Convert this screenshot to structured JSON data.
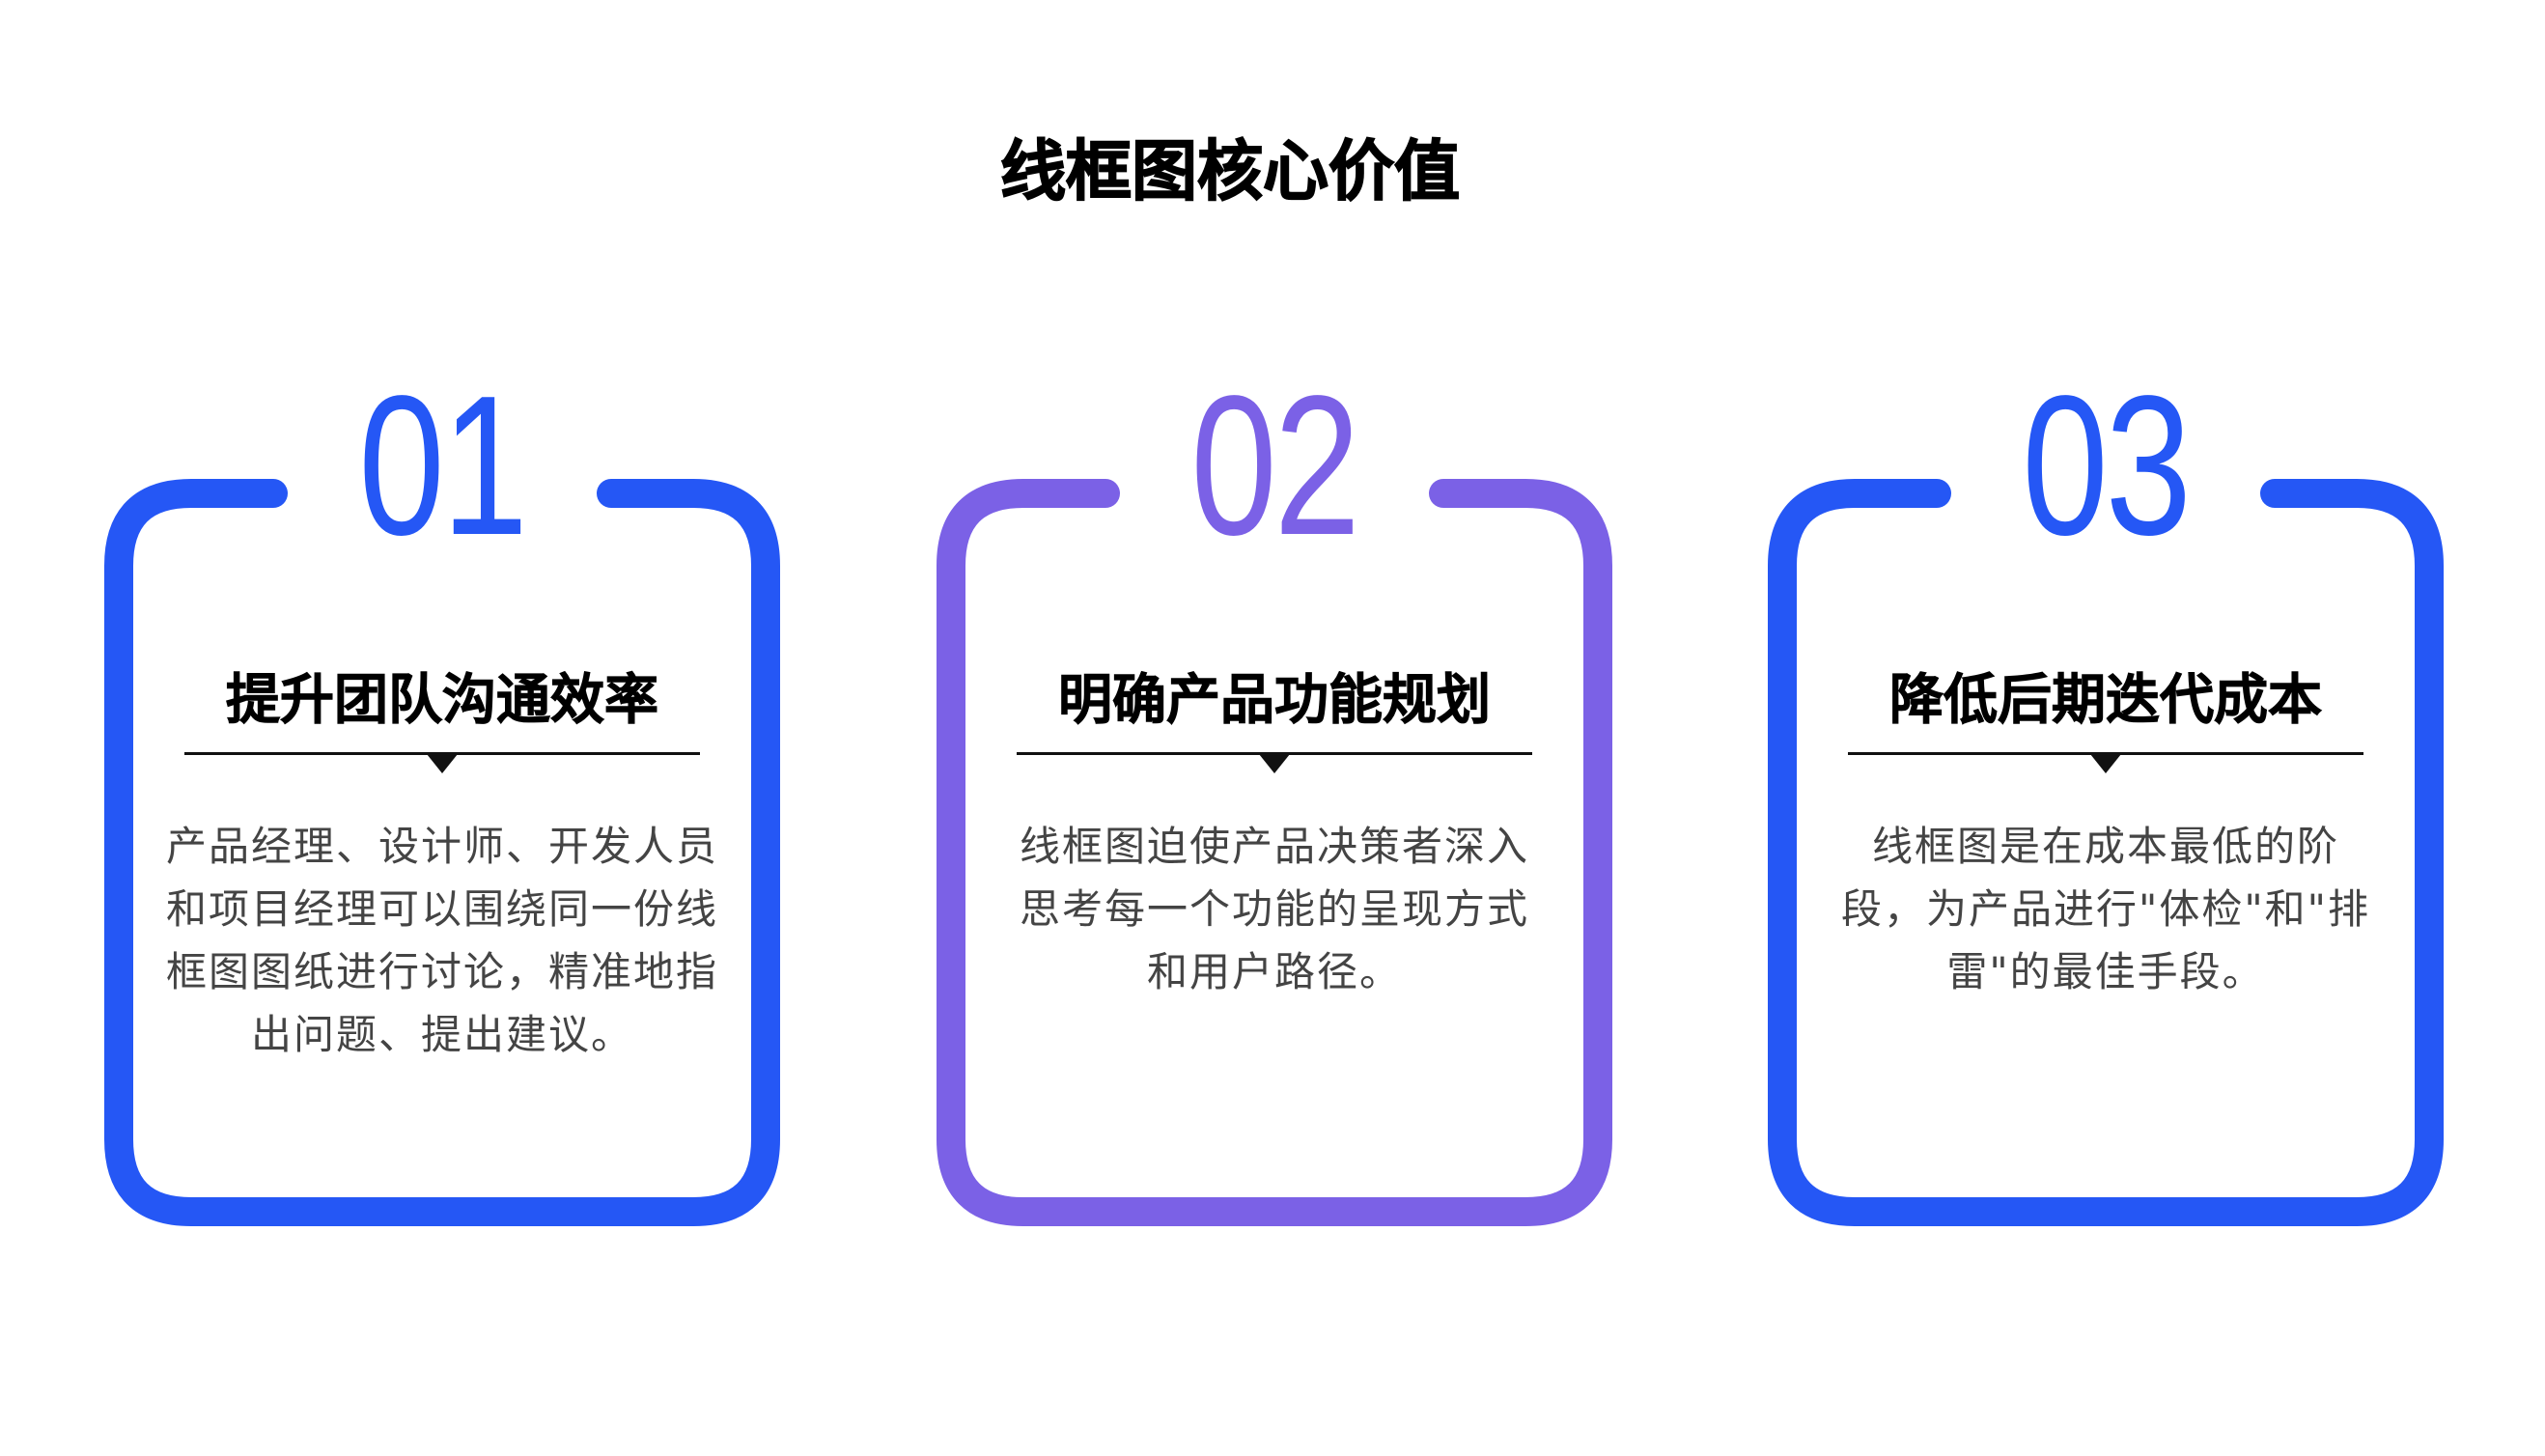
{
  "page": {
    "title": "线框图核心价值",
    "background": "#ffffff"
  },
  "cards": [
    {
      "number": "01",
      "accent_color": "#2557F5",
      "heading": "提升团队沟通效率",
      "body": "产品经理、设计师、开发人员和项目经理可以围绕同一份线框图图纸进行讨论，精准地指出问题、提出建议。"
    },
    {
      "number": "02",
      "accent_color": "#7B61E6",
      "heading": "明确产品功能规划",
      "body": "线框图迫使产品决策者深入思考每一个功能的呈现方式和用户路径。"
    },
    {
      "number": "03",
      "accent_color": "#2557F5",
      "heading": "降低后期迭代成本",
      "body": "线框图是在成本最低的阶段，为产品进行\"体检\"和\"排雷\"的最佳手段。"
    }
  ],
  "colors": {
    "heading_text": "#000000",
    "body_text": "#444444",
    "divider": "#111111"
  }
}
